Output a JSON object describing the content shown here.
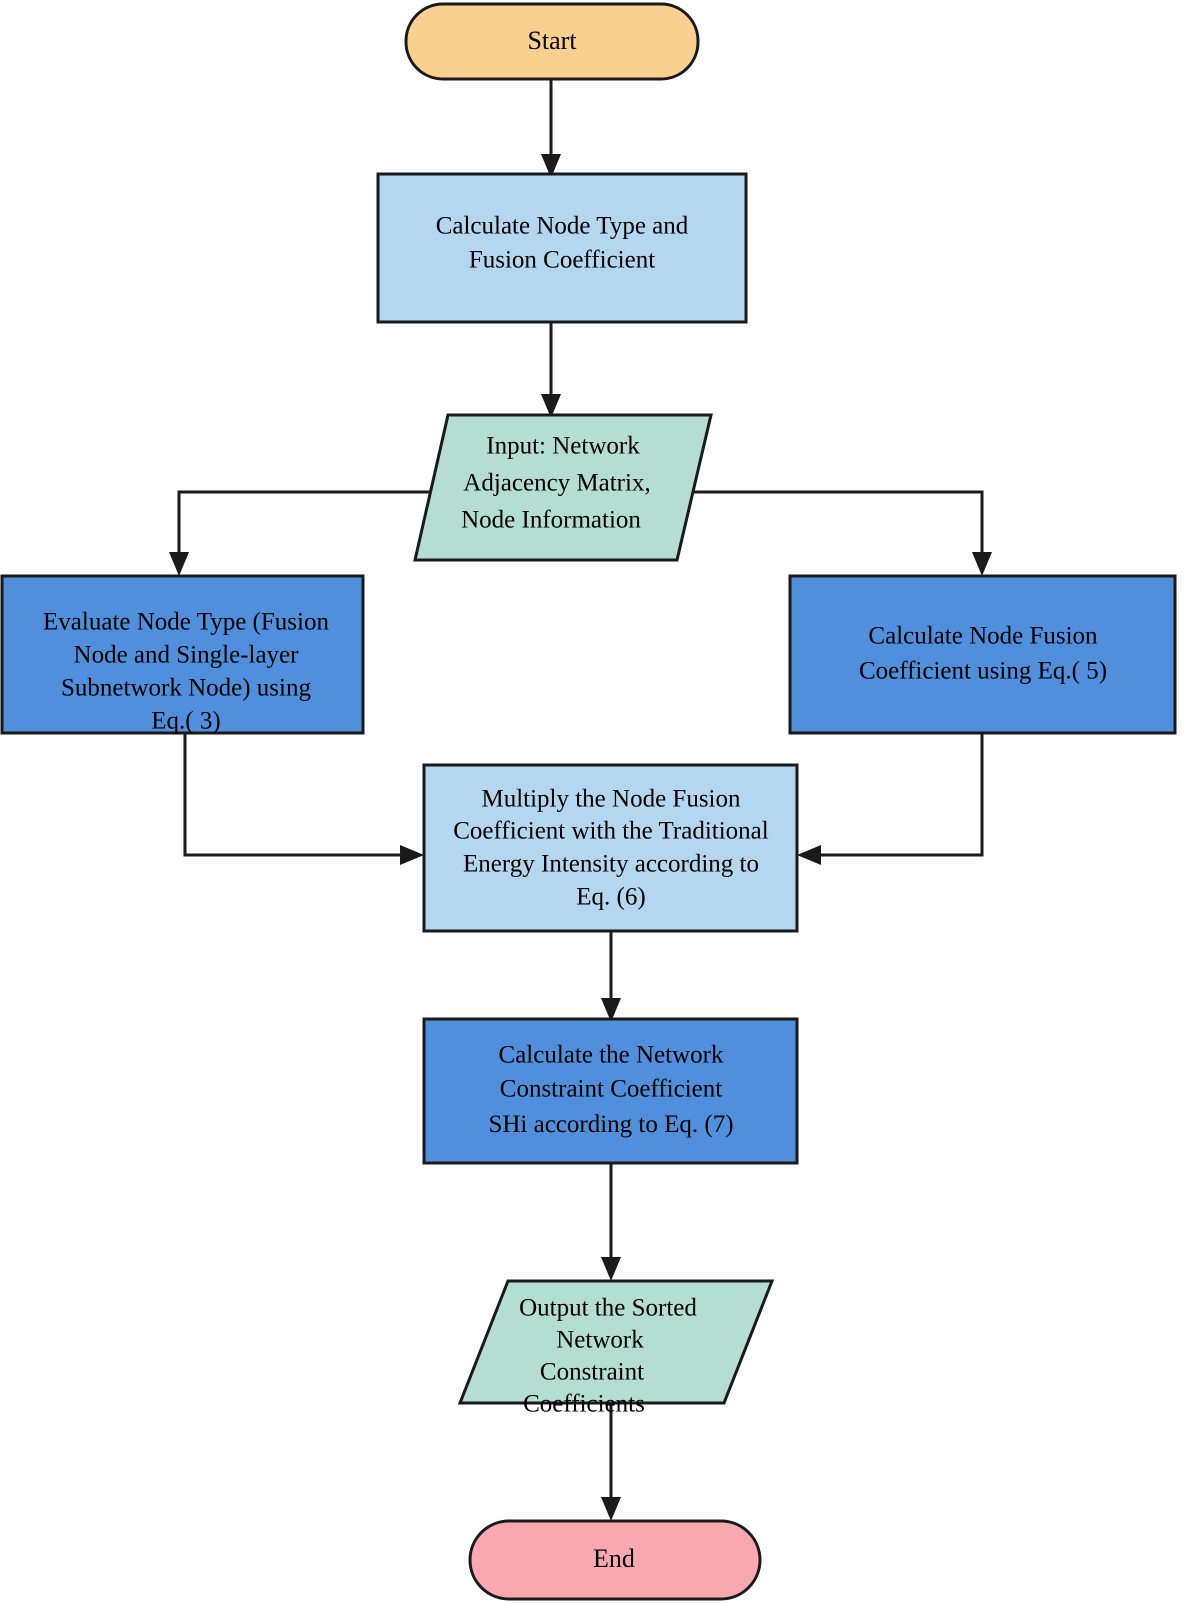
{
  "diagram": {
    "title": "Network Constraint Coefficient Calculation Flowchart",
    "type": "flowchart",
    "orientation": "top-to-bottom",
    "background_color": "#ffffff",
    "stroke_color": "#1a1a1a",
    "text_color": "#000000"
  },
  "palette": {
    "start_fill": "#fad08e",
    "end_fill": "#f9a8b0",
    "process_light_fill": "#b4d7ef",
    "process_dark_fill": "#4f8fdb",
    "io_fill": "#b4ded2"
  },
  "nodes": [
    {
      "id": "start",
      "shape": "stadium",
      "role": "terminator",
      "fill": "#fad08e",
      "lines": [
        "Start"
      ]
    },
    {
      "id": "calc-node-type",
      "shape": "rectangle",
      "role": "process",
      "fill": "#b4d7ef",
      "lines": [
        "Calculate Node Type and",
        "Fusion Coefficient"
      ]
    },
    {
      "id": "input-network",
      "shape": "parallelogram",
      "role": "input",
      "fill": "#b4ded2",
      "lines": [
        "Input: Network",
        "Adjacency Matrix,",
        "Node Information"
      ]
    },
    {
      "id": "evaluate-node-type",
      "shape": "rectangle",
      "role": "process",
      "fill": "#4f8fdb",
      "lines": [
        "Evaluate Node Type (Fusion",
        "Node and Single-layer",
        "Subnetwork Node) using",
        "Eq.( 3)"
      ]
    },
    {
      "id": "calc-fusion-coefficient",
      "shape": "rectangle",
      "role": "process",
      "fill": "#4f8fdb",
      "lines": [
        "Calculate Node Fusion",
        "Coefficient using Eq.( 5)"
      ]
    },
    {
      "id": "multiply-coefficient",
      "shape": "rectangle",
      "role": "process",
      "fill": "#b4d7ef",
      "lines": [
        "Multiply the Node Fusion",
        "Coefficient with the Traditional",
        "Energy Intensity according to",
        "Eq. (6)"
      ]
    },
    {
      "id": "calc-constraint-coefficient",
      "shape": "rectangle",
      "role": "process",
      "fill": "#4f8fdb",
      "lines": [
        "Calculate the Network",
        "Constraint Coefficient",
        "SHi according to Eq. (7)"
      ],
      "line3_italic": "SHi",
      "line3_rest": " according to Eq. (7)"
    },
    {
      "id": "output-sorted",
      "shape": "parallelogram",
      "role": "output",
      "fill": "#b4ded2",
      "lines": [
        "Output the Sorted",
        "Network",
        "Constraint",
        "Coefficients"
      ]
    },
    {
      "id": "end",
      "shape": "stadium",
      "role": "terminator",
      "fill": "#f9a8b0",
      "lines": [
        "End"
      ]
    }
  ],
  "edges": [
    {
      "from": "start",
      "to": "calc-node-type",
      "style": "straight-down"
    },
    {
      "from": "calc-node-type",
      "to": "input-network",
      "style": "straight-down"
    },
    {
      "from": "input-network",
      "to": "evaluate-node-type",
      "style": "left-branch"
    },
    {
      "from": "input-network",
      "to": "calc-fusion-coefficient",
      "style": "right-branch"
    },
    {
      "from": "evaluate-node-type",
      "to": "multiply-coefficient",
      "style": "down-then-right"
    },
    {
      "from": "calc-fusion-coefficient",
      "to": "multiply-coefficient",
      "style": "down-then-left"
    },
    {
      "from": "multiply-coefficient",
      "to": "calc-constraint-coefficient",
      "style": "straight-down"
    },
    {
      "from": "calc-constraint-coefficient",
      "to": "output-sorted",
      "style": "straight-down"
    },
    {
      "from": "output-sorted",
      "to": "end",
      "style": "straight-down"
    }
  ]
}
